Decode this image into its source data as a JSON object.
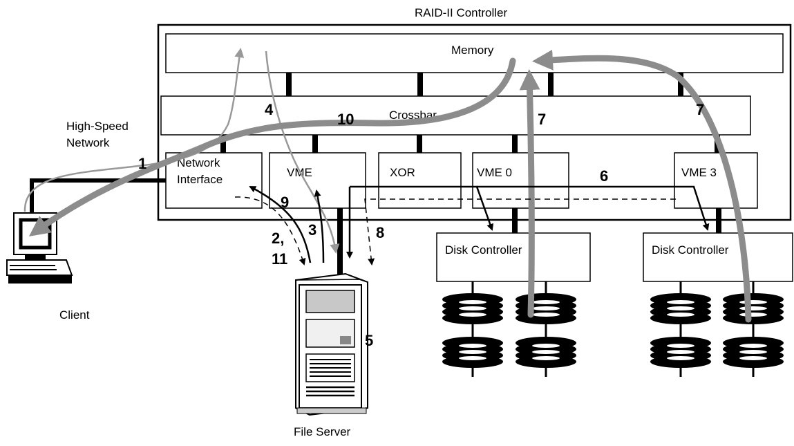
{
  "title": "RAID-II Controller",
  "components": {
    "memory": "Memory",
    "crossbar": "Crossbar",
    "network_interface_line1": "Network",
    "network_interface_line2": "Interface",
    "vme": "VME",
    "xor": "XOR",
    "vme0": "VME 0",
    "vme3": "VME 3",
    "disk_controller_left": "Disk Controller",
    "disk_controller_right": "Disk Controller"
  },
  "labels": {
    "network_line1": "High-Speed",
    "network_line2": "Network",
    "client": "Client",
    "file_server": "File Server"
  },
  "steps": {
    "s1": "1",
    "s2": "2,",
    "s11": "11",
    "s3": "3",
    "s4": "4",
    "s5": "5",
    "s6": "6",
    "s7a": "7",
    "s7b": "7",
    "s8": "8",
    "s9": "9",
    "s10": "10"
  },
  "colors": {
    "thick_flow": "#8c8c8c",
    "thin_flow": "#999999",
    "line": "#000000"
  }
}
